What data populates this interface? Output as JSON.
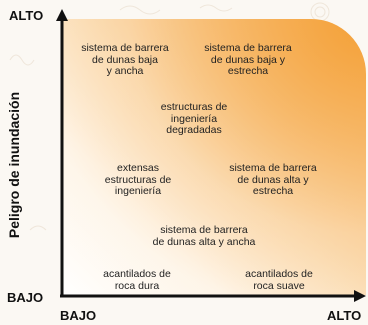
{
  "y_axis": {
    "label": "Peligro de inundación",
    "high": "ALTO",
    "low": "BAJO"
  },
  "x_axis": {
    "low": "BAJO",
    "high": "ALTO"
  },
  "items": [
    {
      "text": "sistema de barrera\nde dunas baja\ny ancha"
    },
    {
      "text": "sistema de barrera\nde dunas baja y\nestrecha"
    },
    {
      "text": "estructuras de\ningeniería\ndegradadas"
    },
    {
      "text": "extensas\nestructuras de\ningeniería"
    },
    {
      "text": "sistema de barrera\nde dunas alta y\nestrecha"
    },
    {
      "text": "sistema de barrera\nde dunas alta y ancha"
    },
    {
      "text": "acantilados de\nroca dura"
    },
    {
      "text": "acantilados de\nroca suave"
    }
  ],
  "colors": {
    "gradient_high": "#f4a036",
    "gradient_low": "#ffffff",
    "axis": "#111111"
  }
}
